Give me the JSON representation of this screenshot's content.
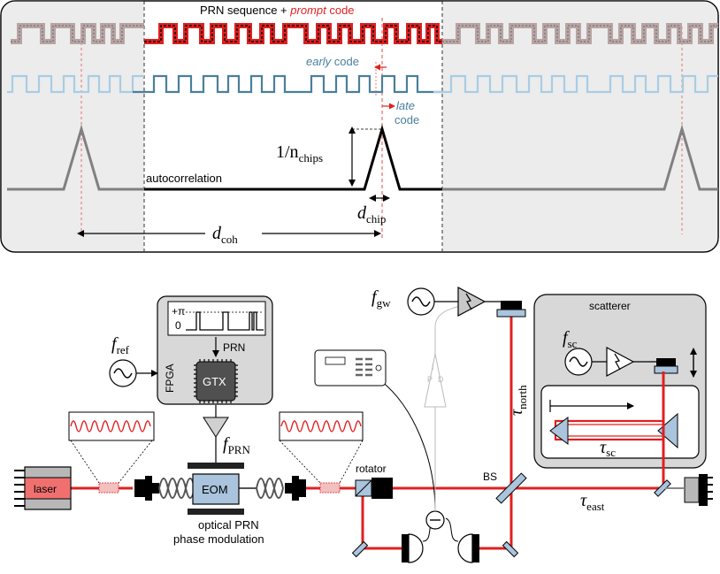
{
  "top_panel": {
    "title_main": "PRN sequence + ",
    "title_prompt": "prompt",
    "title_code": " code",
    "early_label_italic": "early",
    "early_label_rest": " code",
    "late_label_italic": "late",
    "late_label_rest": "code",
    "amplitude_label": "1/n",
    "amplitude_sub": "chips",
    "autocorrelation": "autocorrelation",
    "dchip_label": "d",
    "dchip_sub": "chip",
    "dcoh_label": "d",
    "dcoh_sub": "coh"
  },
  "setup": {
    "fgw_label": "f",
    "fgw_sub": "gw",
    "scatterer_title": "scatterer",
    "fsc_label": "f",
    "fsc_sub": "sc",
    "fref_label": "f",
    "fref_sub": "ref",
    "fpga_label": "FPGA",
    "fpga_plus_pi": "+π",
    "fpga_zero": "0",
    "prn_label": "PRN",
    "gtx_label": "GTX",
    "fprn_label": "f",
    "fprn_sub": "PRN",
    "tau_north": "τ",
    "tau_north_sub": "north",
    "tau_sc": "τ",
    "tau_sc_sub": "sc",
    "tau_east": "τ",
    "tau_east_sub": "east",
    "bs_label": "BS",
    "rotator_label": "rotator",
    "laser_label": "laser",
    "eom_label": "EOM",
    "pd_letters": [
      "I",
      "P",
      "D"
    ],
    "caption_line1": "optical PRN",
    "caption_line2": "phase modulation"
  },
  "colors": {
    "red": "#e02020",
    "black": "#000000",
    "gray": "#808080",
    "light_blue": "#a8cde4",
    "steel_blue": "#4a7f9c",
    "panel_gray": "#d8d8d8",
    "component_blue": "#a9c4dc"
  }
}
